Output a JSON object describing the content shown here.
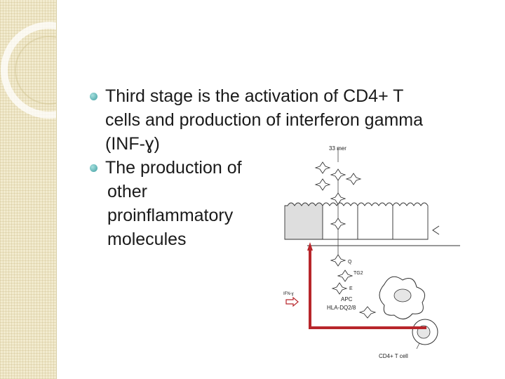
{
  "slide": {
    "bullets": [
      {
        "lines": [
          "Third stage is the activation of CD4+ T",
          "cells and production of interferon gamma",
          "(INF-ɣ)"
        ]
      },
      {
        "lines": [
          "The production of",
          "other",
          "proinflammatory",
          "molecules"
        ]
      }
    ]
  },
  "figure": {
    "labels": {
      "peptide": "33 mer",
      "q": "Q",
      "tg2": "TG2",
      "e": "E",
      "apc": "APC",
      "hla": "HLA-DQ2/8",
      "ifn": "IFN-ɣ",
      "cd4": "CD4+ T cell"
    },
    "accent_color": "#b8262b"
  }
}
